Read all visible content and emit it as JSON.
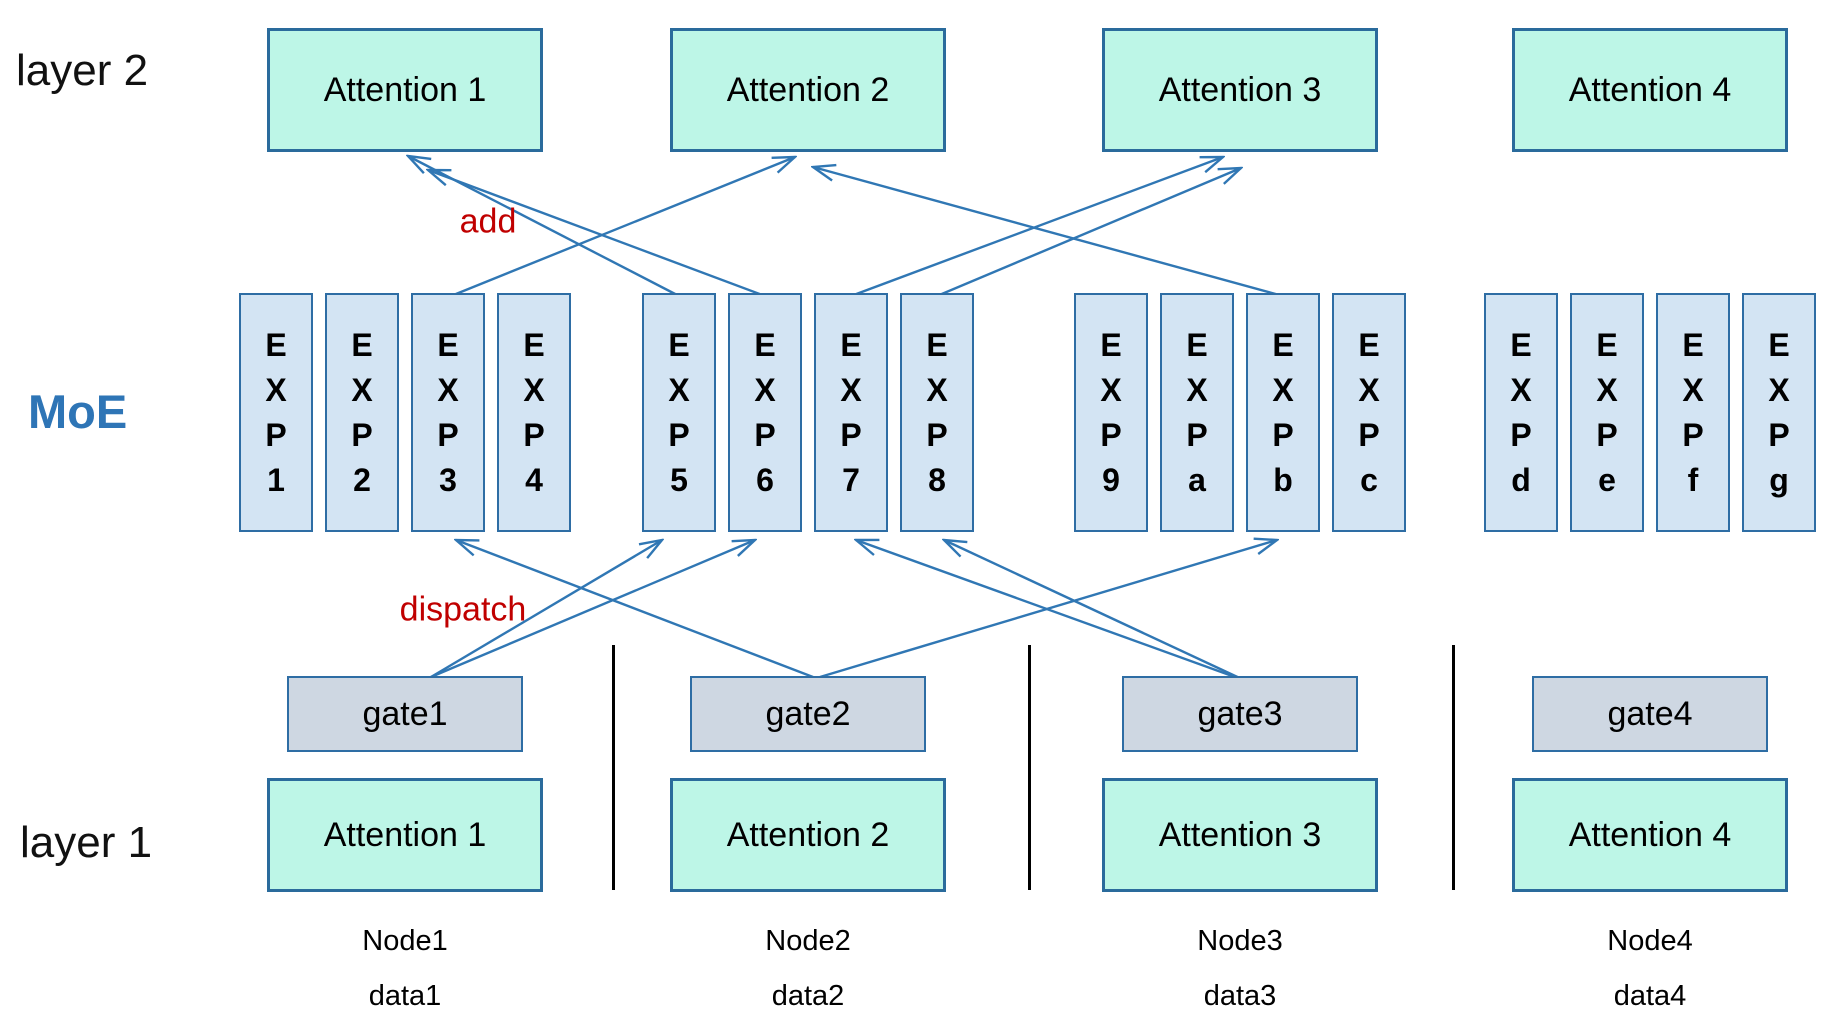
{
  "labels": {
    "layer2": "layer 2",
    "layer1": "layer 1",
    "moe": "MoE",
    "add": "add",
    "dispatch": "dispatch"
  },
  "layer2_attention": [
    "Attention 1",
    "Attention 2",
    "Attention 3",
    "Attention 4"
  ],
  "moe": {
    "exp_letters": [
      "E",
      "X",
      "P"
    ],
    "expert_ids": [
      "1",
      "2",
      "3",
      "4",
      "5",
      "6",
      "7",
      "8",
      "9",
      "a",
      "b",
      "c",
      "d",
      "e",
      "f",
      "g"
    ]
  },
  "gates": [
    "gate1",
    "gate2",
    "gate3",
    "gate4"
  ],
  "layer1_attention": [
    "Attention 1",
    "Attention 2",
    "Attention 3",
    "Attention 4"
  ],
  "nodes": [
    "Node1",
    "Node2",
    "Node3",
    "Node4"
  ],
  "data_labels": [
    "data1",
    "data2",
    "data3",
    "data4"
  ],
  "connections": {
    "add": [
      {
        "from": "EXP5",
        "to": "Attention 1"
      },
      {
        "from": "EXP6",
        "to": "Attention 1"
      },
      {
        "from": "EXP3",
        "to": "Attention 2"
      },
      {
        "from": "EXPb",
        "to": "Attention 2"
      },
      {
        "from": "EXP7",
        "to": "Attention 3"
      },
      {
        "from": "EXP8",
        "to": "Attention 3"
      }
    ],
    "dispatch": [
      {
        "from": "gate1",
        "to": "EXP5"
      },
      {
        "from": "gate1",
        "to": "EXP6"
      },
      {
        "from": "gate2",
        "to": "EXP3"
      },
      {
        "from": "gate2",
        "to": "EXPb"
      },
      {
        "from": "gate3",
        "to": "EXP7"
      },
      {
        "from": "gate3",
        "to": "EXP8"
      }
    ]
  },
  "colors": {
    "attention_fill": "#bdf6e7",
    "attention_border": "#2a6b9c",
    "expert_fill": "#d3e4f3",
    "expert_border": "#2e6da4",
    "gate_fill": "#ced7e2",
    "gate_border": "#2e6da4",
    "arrow": "#3077b4",
    "label_red": "#c00000",
    "moe_blue": "#2e75b6",
    "divider": "#000000"
  }
}
